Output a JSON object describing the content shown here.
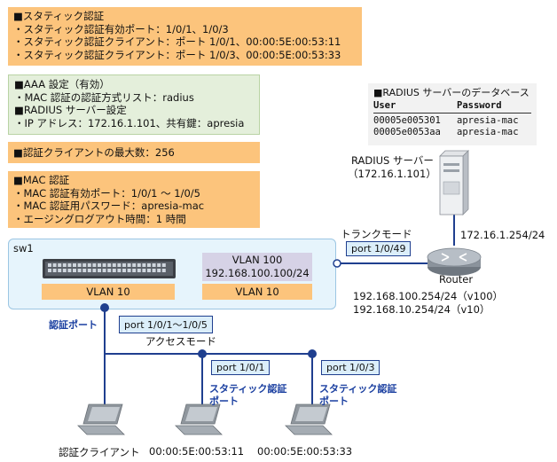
{
  "static_box": {
    "title": "■スタティック認証",
    "lines": [
      "・スタティック認証有効ポート：1/0/1、1/0/3",
      "・スタティック認証クライアント：ポート 1/0/1、00:00:5E:00:53:11",
      "・スタティック認証クライアント：ポート 1/0/3、00:00:5E:00:53:33"
    ]
  },
  "aaa_box": {
    "title": "■AAA 設定（有効）",
    "line1": "・MAC 認証の認証方式リスト：radius",
    "radius_title": "■RADIUS サーバー設定",
    "line2": "・IP アドレス：172.16.1.101、共有鍵：apresia"
  },
  "max_box": {
    "text": "■認証クライアントの最大数：256"
  },
  "mac_box": {
    "title": "■MAC 認証",
    "lines": [
      "・MAC 認証有効ポート：1/0/1 ～ 1/0/5",
      "・MAC 認証用パスワード：apresia-mac",
      "・エージングログアウト時間：1 時間"
    ]
  },
  "radius_db": {
    "title": "■RADIUS サーバーのデータベース",
    "header_user": "User",
    "header_password": "Password",
    "rows": [
      {
        "user": "00005e005301",
        "password": "apresia-mac"
      },
      {
        "user": "00005e0053aa",
        "password": "apresia-mac"
      }
    ]
  },
  "server": {
    "label": "RADIUS サーバー",
    "ip": "（172.16.1.101）"
  },
  "router": {
    "label": "Router",
    "ip_up": "172.16.1.254/24",
    "ip_v100": "192.168.100.254/24（v100）",
    "ip_v10": "192.168.10.254/24（v10）"
  },
  "trunk": {
    "label": "トランクモード",
    "port": "port 1/0/49"
  },
  "switch": {
    "name": "sw1",
    "vlan10_left": "VLAN 10",
    "vlan100_line1": "VLAN 100",
    "vlan100_line2": "192.168.100.100/24",
    "vlan10_right": "VLAN 10"
  },
  "access": {
    "auth_port_label": "認証ポート",
    "port_range": "port 1/0/1～1/0/5",
    "mode_label": "アクセスモード"
  },
  "clients": [
    {
      "label": "認証クライアント"
    },
    {
      "port": "port 1/0/1",
      "static_label_1": "スタティック認証",
      "static_label_2": "ポート",
      "mac": "00:00:5E:00:53:11"
    },
    {
      "port": "port 1/0/3",
      "static_label_1": "スタティック認証",
      "static_label_2": "ポート",
      "mac": "00:00:5E:00:53:33"
    }
  ],
  "colors": {
    "link_blue": "#1f3f8f",
    "orange_box": "#fcc47c",
    "green_box": "#e4efdb"
  }
}
